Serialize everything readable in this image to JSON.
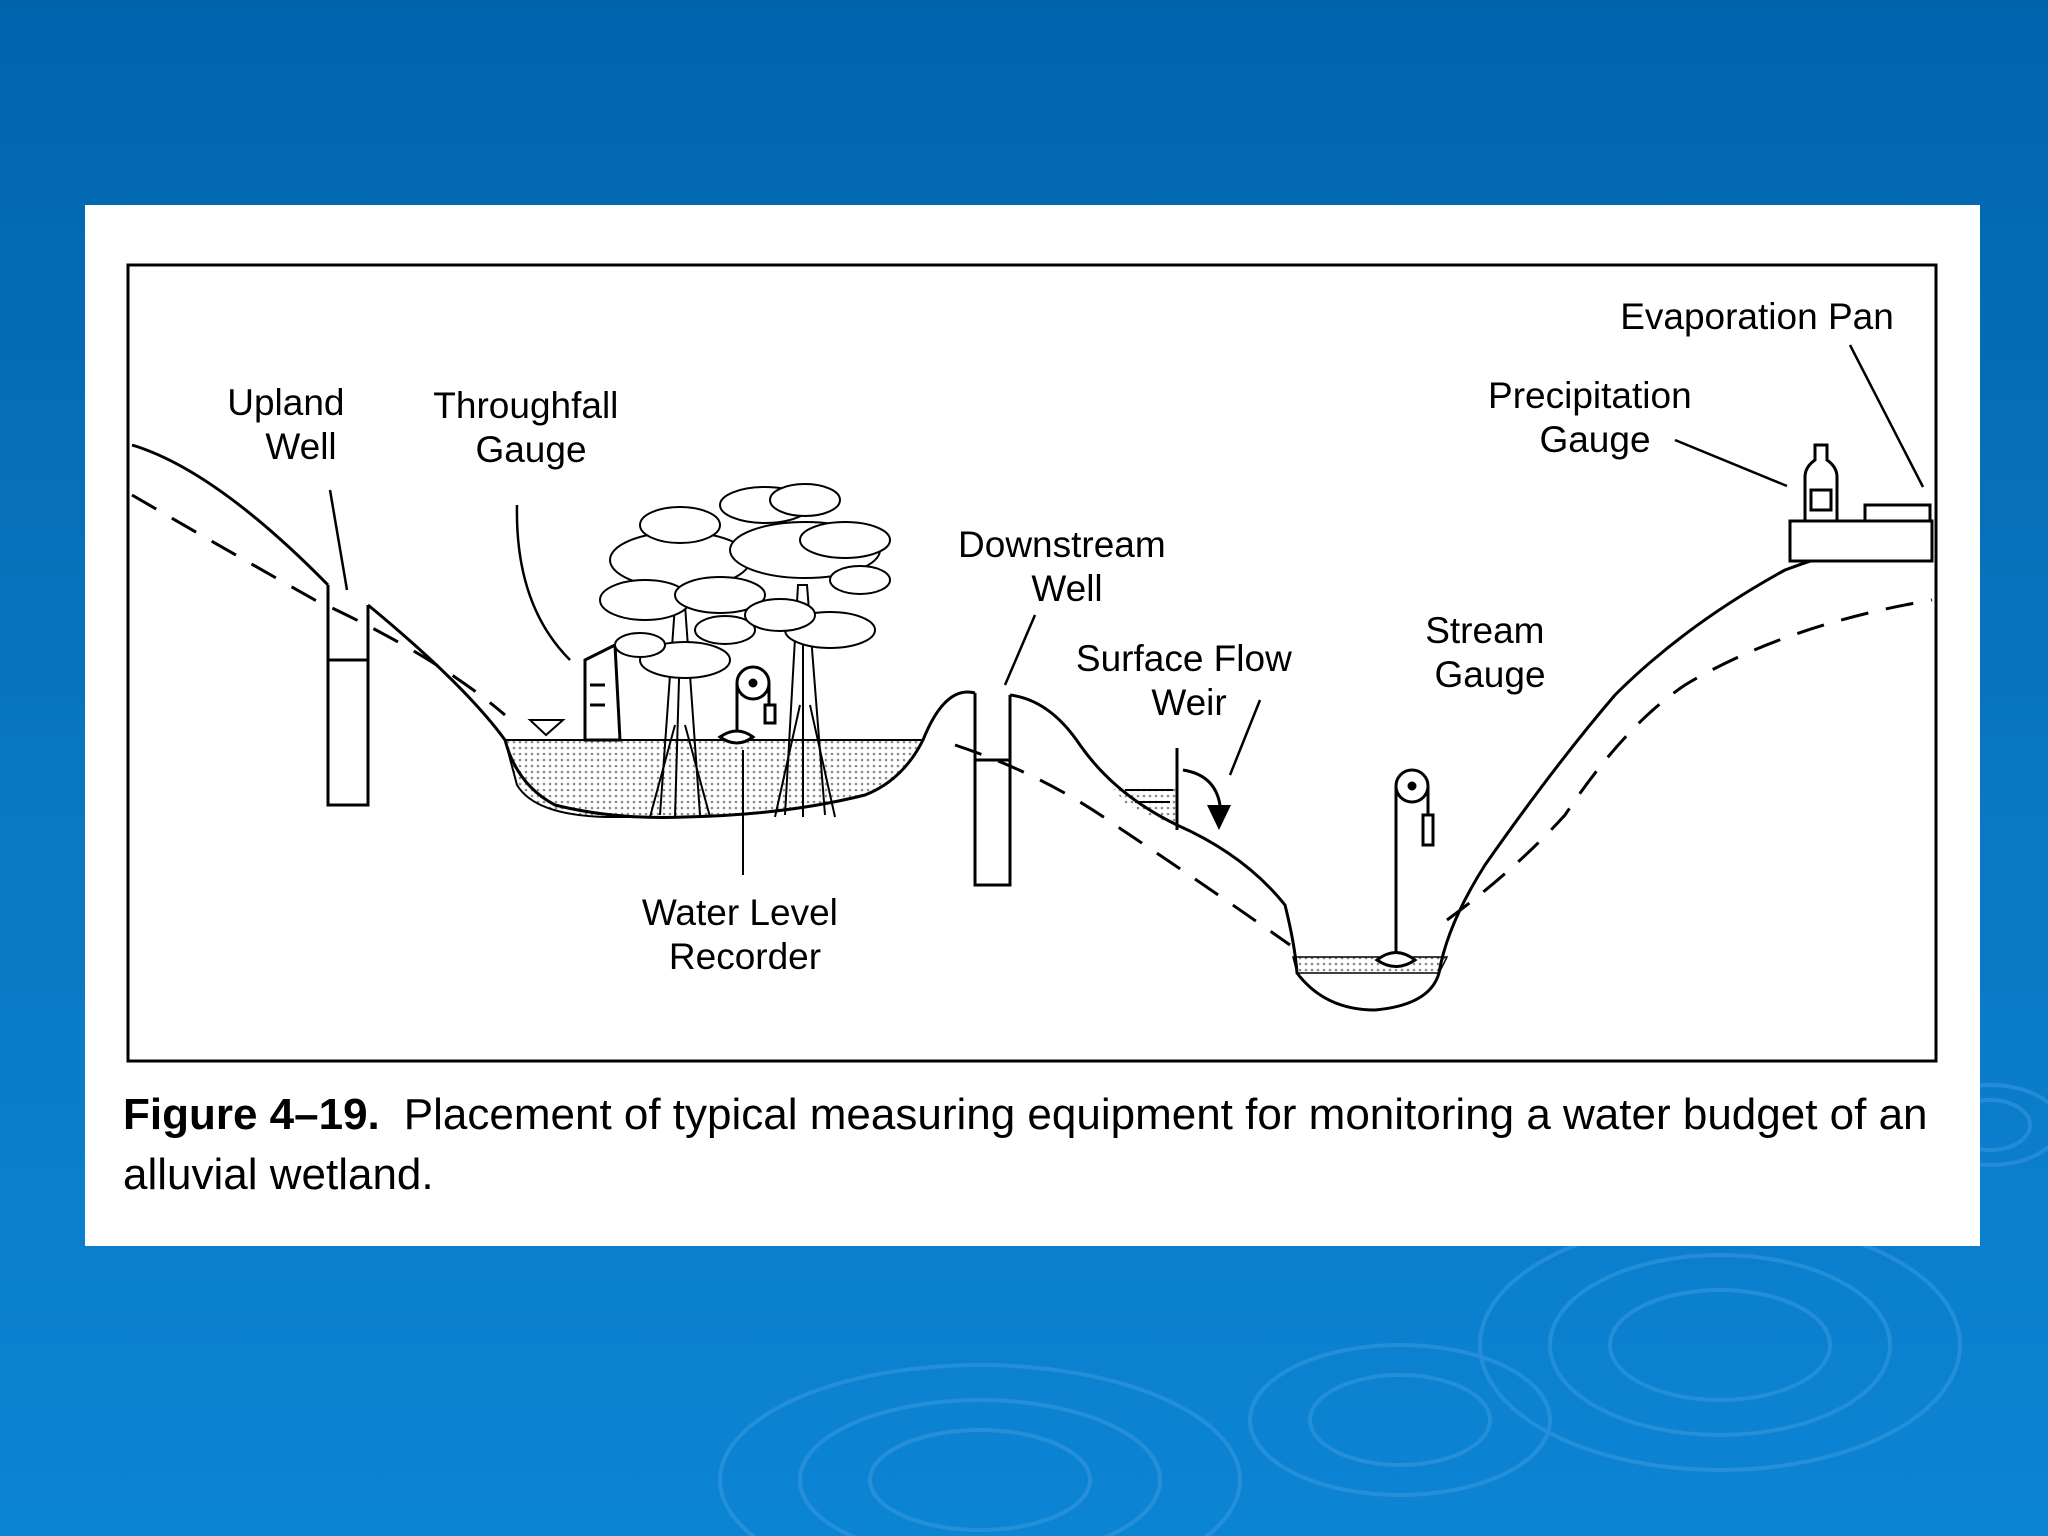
{
  "labels": {
    "upland_well_1": "Upland",
    "upland_well_2": "Well",
    "throughfall_1": "Throughfall",
    "throughfall_2": "Gauge",
    "downstream_1": "Downstream",
    "downstream_2": "Well",
    "weir_1": "Surface Flow",
    "weir_2": "Weir",
    "recorder_1": "Water Level",
    "recorder_2": "Recorder",
    "stream_1": "Stream",
    "stream_2": "Gauge",
    "precip_1": "Precipitation",
    "precip_2": "Gauge",
    "evap": "Evaporation Pan"
  },
  "caption": {
    "number": "Figure 4–19.",
    "text": "Placement of typical measuring equipment for monitoring a water budget of an alluvial wetland."
  },
  "colors": {
    "background_top": "#0064ad",
    "background_bottom": "#0c84d4",
    "panel": "#ffffff"
  }
}
